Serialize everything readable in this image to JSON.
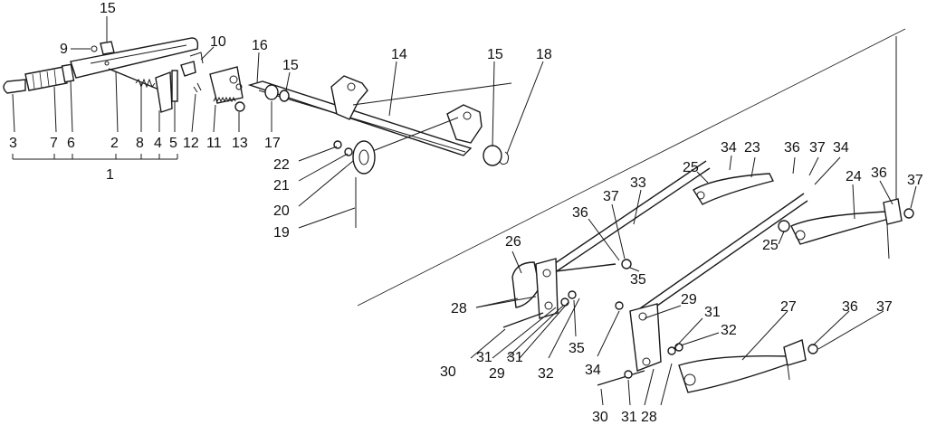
{
  "callouts": {
    "c15a": "15",
    "c9": "9",
    "c10": "10",
    "c16": "16",
    "c15b": "15",
    "c14": "14",
    "c15c": "15",
    "c18": "18",
    "c3": "3",
    "c7": "7",
    "c6": "6",
    "c2": "2",
    "c8": "8",
    "c4": "4",
    "c5": "5",
    "c12": "12",
    "c11": "11",
    "c13": "13",
    "c17": "17",
    "c1": "1",
    "c22": "22",
    "c21": "21",
    "c20": "20",
    "c19": "19",
    "c34a": "34",
    "c23": "23",
    "c36a": "36",
    "c37a": "37",
    "c34b": "34",
    "c25a": "25",
    "c33": "33",
    "c24": "24",
    "c36b": "36",
    "c37b": "37",
    "c37c": "37",
    "c36c": "36",
    "c26": "26",
    "c25b": "25",
    "c35a": "35",
    "c28a": "28",
    "c29a": "29",
    "c31a": "31",
    "c27": "27",
    "c36d": "36",
    "c37d": "37",
    "c32a": "32",
    "c35b": "35",
    "c34c": "34",
    "c30a": "30",
    "c31b": "31",
    "c29b": "29",
    "c31c": "31",
    "c32b": "32",
    "c30b": "30",
    "c31d": "31",
    "c28b": "28"
  }
}
